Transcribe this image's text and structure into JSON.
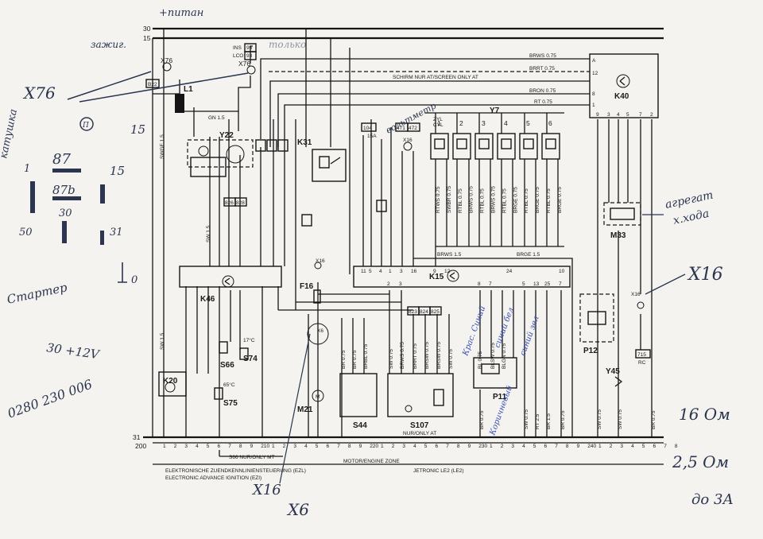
{
  "bus": {
    "line30": "30",
    "line15": "15",
    "line31": "31",
    "ground_ref": "200",
    "grid_numbers": [
      "1",
      "2",
      "3",
      "4",
      "5",
      "6",
      "7",
      "8",
      "9",
      "210",
      "1",
      "2",
      "3",
      "4",
      "5",
      "6",
      "7",
      "8",
      "9",
      "220",
      "1",
      "2",
      "3",
      "4",
      "5",
      "6",
      "7",
      "8",
      "9",
      "230",
      "1",
      "2",
      "3",
      "4",
      "5",
      "6",
      "7",
      "8",
      "9",
      "240",
      "1",
      "2",
      "3",
      "4",
      "5",
      "6",
      "7",
      "8"
    ]
  },
  "footer": {
    "s66_note": "S66 NUR/ONLY MT",
    "s107_note": "NUR/ONLY AT",
    "zone": "MOTOR/ENGINE ZONE",
    "title_de": "ELEKTRONISCHE ZUENDKENNLINIENSTEUERUNG (EZL)",
    "title_en": "ELECTRONIC ADVANCE IGNITION (EZI)",
    "jetronic": "JETRONIC LE2 (LE2)"
  },
  "components": {
    "k40": "K40",
    "k31": "K31",
    "k46": "K46",
    "k15": "K15",
    "k20": "K20",
    "y22": "Y22",
    "y7": "Y7",
    "y45": "Y45",
    "m33": "M33",
    "m21": "M21",
    "p11": "P11",
    "p12": "P12",
    "s44": "S44",
    "s107": "S107",
    "s66": "S66",
    "s74": "S74",
    "s75": "S75",
    "l1": "L1",
    "f16": "F16",
    "x76": "X76",
    "x16": "X16",
    "x6": "X6",
    "x16b": "X16"
  },
  "labels": {
    "ins": "INS",
    "lco": "LCO",
    "ref_95": "95",
    "ref_93": "93",
    "ref_b22": "B22",
    "ref_104": "104",
    "ref_15a": "15A",
    "ref_471": "471",
    "ref_472": "472",
    "zyl": "ZYL",
    "cyl": "CYL",
    "screen_note": "SCHIRM NUR AT/SCREEN ONLY AT",
    "brws": "BRWS 0.75",
    "brrt": "BRRT 0.75",
    "bron": "BRON 0.75",
    "rt": "RT 0.75",
    "gn15": "GN 1.5",
    "sw15": "SW 1.5",
    "swge15": "SWGE 1.5",
    "brws15": "BRWS 1.5",
    "brge15": "BRGE 1.5",
    "temp17": "17°C",
    "temp65": "65°C",
    "r826": "826",
    "r828": "828",
    "r823": "823",
    "r824": "824",
    "r825": "825",
    "r715": "715",
    "rc": "RC"
  },
  "k15_pins_top": [
    "11",
    "5",
    "4",
    "1",
    "3",
    "16",
    "9",
    "12",
    "24",
    "10"
  ],
  "k15_pins_bottom": [
    "2",
    "3",
    "8",
    "7",
    "5",
    "13",
    "25",
    "7"
  ],
  "y7_cyl": [
    "1",
    "2",
    "3",
    "4",
    "5",
    "6"
  ],
  "k40_pins": [
    "9",
    "3",
    "4",
    "5",
    "7",
    "2"
  ],
  "wire_top_labels": [
    "RTWS 0.75",
    "SWBR 0.75",
    "RTBL 0.75",
    "BRWS 0.75",
    "RTBL 0.75",
    "BRWS 0.75",
    "RTBL 0.75",
    "BRGE 0.75",
    "RTBL 0.75",
    "BRGE 0.75",
    "RTBL 0.75",
    "BRGE 0.75"
  ],
  "wire_bottom_labels": [
    "BR 0.75",
    "BR 0.75",
    "BRBL 0.75",
    "SW 0.75",
    "BRWS 0.75",
    "BRRT 0.75",
    "BRSW 0.75",
    "BRSW 0.75",
    "SW 0.75",
    "BL 0.75",
    "BLSW 0.75",
    "BLGN 0.75",
    "BR 0.75",
    "SW 0.75",
    "RT 2.5",
    "BR 1.5",
    "BR 0.75",
    "SW 0.75",
    "SW 0.75",
    "BR 0.75"
  ],
  "handwriting": {
    "plus_pitanie": "+питан",
    "zazhig": "зажиг.",
    "tolko": "только",
    "x76": "X76",
    "katushka": "катушка",
    "vspomotr": "вольтметр",
    "agregat": "агрегат",
    "khoda": "х.хода",
    "x16": "X16",
    "startr": "Стартер",
    "voltage": "30 +12V",
    "part_no": "0280 230 006",
    "kras_siniy": "Крас. Синий",
    "siniy_bel": "синий бел",
    "siniy_zel": "синий зел",
    "korichnevyy": "Коричневый",
    "ohm16": "16 Ом",
    "ohm25": "2,5 Ом",
    "do3a": "до 3А",
    "x16_bottom": "X16",
    "x6_bottom": "X6",
    "n87": "87",
    "n87b": "87b",
    "n30": "30",
    "n15a": "15",
    "n15b": "15",
    "n31": "31",
    "n50": "50",
    "n0": "0",
    "one": "1"
  }
}
